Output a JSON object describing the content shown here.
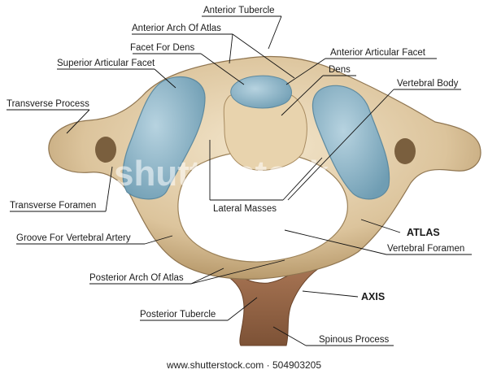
{
  "labels": {
    "anterior_tubercle": "Anterior Tubercle",
    "anterior_arch": "Anterior Arch Of Atlas",
    "facet_for_dens": "Facet For Dens",
    "anterior_articular_facet": "Anterior Articular Facet",
    "superior_articular_facet": "Superior Articular Facet",
    "dens": "Dens",
    "vertebral_body": "Vertebral Body",
    "transverse_process": "Transverse Process",
    "transverse_foramen": "Transverse Foramen",
    "lateral_masses": "Lateral Masses",
    "atlas": "ATLAS",
    "groove_vertebral_artery": "Groove For Vertebral Artery",
    "vertebral_foramen": "Vertebral Foramen",
    "posterior_arch": "Posterior Arch Of Atlas",
    "axis": "AXIS",
    "posterior_tubercle": "Posterior Tubercle",
    "spinous_process": "Spinous Process"
  },
  "watermark": "shutterstock",
  "footer": "www.shutterstock.com · 504903205",
  "colors": {
    "bone": "#e2cfae",
    "bone_shadow": "#b8a079",
    "cartilage": "#8eb6c8",
    "axis_bone": "#9a6b4a",
    "foramen": "#ffffff"
  }
}
